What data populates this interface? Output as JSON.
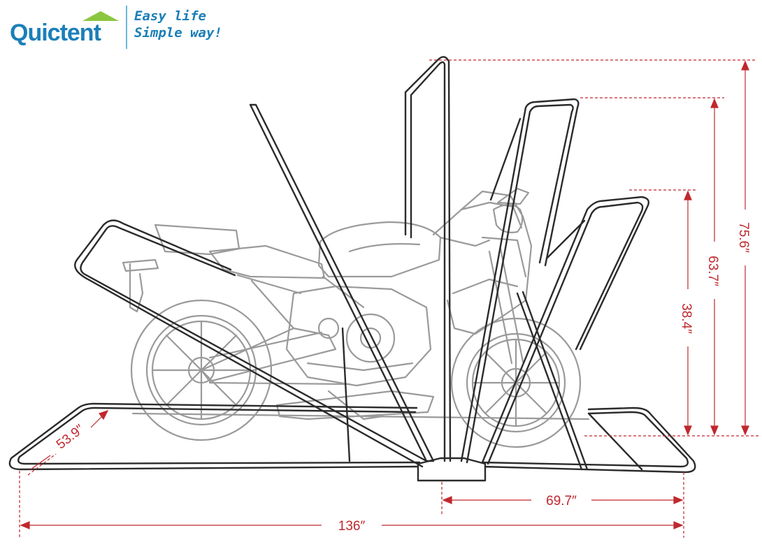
{
  "brand": {
    "name": "Quictent",
    "tagline_line1": "Easy life",
    "tagline_line2": "Simple way!"
  },
  "dimensions": {
    "total_height": "75.6″",
    "middle_height": "63.7″",
    "front_height": "38.4″",
    "depth": "53.9″",
    "front_length": "69.7″",
    "total_length": "136″"
  },
  "colors": {
    "brand_blue": "#1a7fb8",
    "brand_green": "#8cc63f",
    "dimension_red": "#c0282d",
    "frame_stroke": "#2b2b2b",
    "motorcycle_stroke": "#9a9a9a"
  }
}
